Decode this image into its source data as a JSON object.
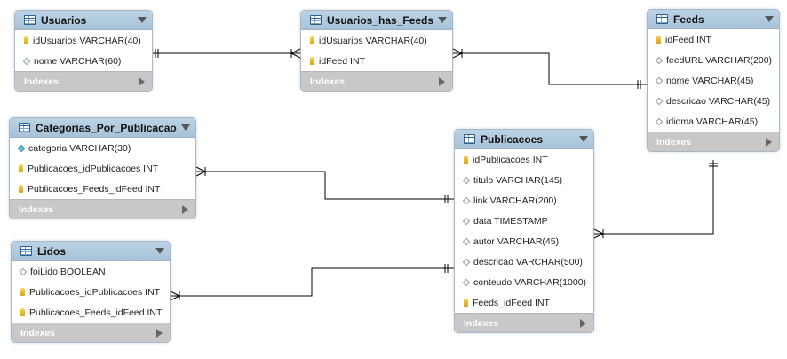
{
  "tables": {
    "usuarios": {
      "name": "Usuarios",
      "columns": [
        {
          "icon": "primary-key-icon",
          "text": "idUsuarios VARCHAR(40)"
        },
        {
          "icon": "column-icon",
          "text": "nome VARCHAR(60)"
        }
      ],
      "indexes_label": "Indexes"
    },
    "usuarios_has_feeds": {
      "name": "Usuarios_has_Feeds",
      "columns": [
        {
          "icon": "primary-key-icon",
          "text": "idUsuarios VARCHAR(40)"
        },
        {
          "icon": "primary-key-icon",
          "text": "idFeed INT"
        }
      ],
      "indexes_label": "Indexes"
    },
    "feeds": {
      "name": "Feeds",
      "columns": [
        {
          "icon": "primary-key-icon",
          "text": "idFeed INT"
        },
        {
          "icon": "column-icon",
          "text": "feedURL VARCHAR(200)"
        },
        {
          "icon": "column-icon",
          "text": "nome VARCHAR(45)"
        },
        {
          "icon": "column-icon",
          "text": "descricao VARCHAR(45)"
        },
        {
          "icon": "column-icon",
          "text": "idioma VARCHAR(45)"
        }
      ],
      "indexes_label": "Indexes"
    },
    "categorias_por_publicacao": {
      "name": "Categorias_Por_Publicacao",
      "columns": [
        {
          "icon": "not-null-column-icon",
          "text": "categoria VARCHAR(30)"
        },
        {
          "icon": "primary-key-icon",
          "text": "Publicacoes_idPublicacoes INT"
        },
        {
          "icon": "primary-key-icon",
          "text": "Publicacoes_Feeds_idFeed INT"
        }
      ],
      "indexes_label": "Indexes"
    },
    "publicacoes": {
      "name": "Publicacoes",
      "columns": [
        {
          "icon": "primary-key-icon",
          "text": "idPublicacoes INT"
        },
        {
          "icon": "column-icon",
          "text": "titulo VARCHAR(145)"
        },
        {
          "icon": "column-icon",
          "text": "link VARCHAR(200)"
        },
        {
          "icon": "column-icon",
          "text": "data TIMESTAMP"
        },
        {
          "icon": "column-icon",
          "text": "autor VARCHAR(45)"
        },
        {
          "icon": "column-icon",
          "text": "descricao VARCHAR(500)"
        },
        {
          "icon": "column-icon",
          "text": "conteudo VARCHAR(1000)"
        },
        {
          "icon": "primary-key-icon",
          "text": "Feeds_idFeed INT"
        }
      ],
      "indexes_label": "Indexes"
    },
    "lidos": {
      "name": "Lidos",
      "columns": [
        {
          "icon": "column-icon",
          "text": "foiLido BOOLEAN"
        },
        {
          "icon": "primary-key-icon",
          "text": "Publicacoes_idPublicacoes INT"
        },
        {
          "icon": "primary-key-icon",
          "text": "Publicacoes_Feeds_idFeed INT"
        }
      ],
      "indexes_label": "Indexes"
    }
  },
  "relationships": [
    {
      "from": "Usuarios",
      "to": "Usuarios_has_Feeds",
      "type": "one-to-many"
    },
    {
      "from": "Feeds",
      "to": "Usuarios_has_Feeds",
      "type": "one-to-many"
    },
    {
      "from": "Feeds",
      "to": "Publicacoes",
      "type": "one-to-many"
    },
    {
      "from": "Publicacoes",
      "to": "Categorias_Por_Publicacao",
      "type": "one-to-many"
    },
    {
      "from": "Publicacoes",
      "to": "Lidos",
      "type": "one-to-many"
    }
  ],
  "colors": {
    "header": "#a6c2d8",
    "indexes_bar": "#c8c8c8",
    "line": "#000000",
    "key": "#e2b21c"
  }
}
